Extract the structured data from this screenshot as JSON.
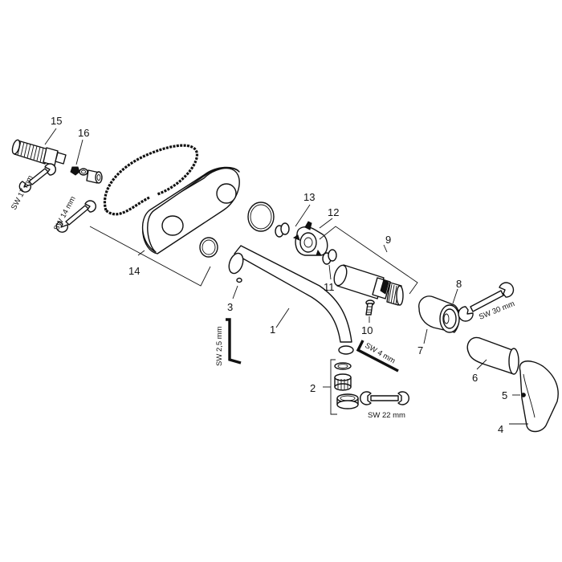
{
  "part_numbers": [
    "1",
    "2",
    "3",
    "4",
    "5",
    "6",
    "7",
    "8",
    "9",
    "10",
    "11",
    "12",
    "13",
    "14",
    "15",
    "16"
  ],
  "tool_labels": {
    "sw17": "SW 17 mm",
    "sw14": "SW 14 mm",
    "sw25": "SW 2,5 mm",
    "sw4": "SW 4 mm",
    "sw22": "SW 22 mm",
    "sw30": "SW 30 mm"
  }
}
